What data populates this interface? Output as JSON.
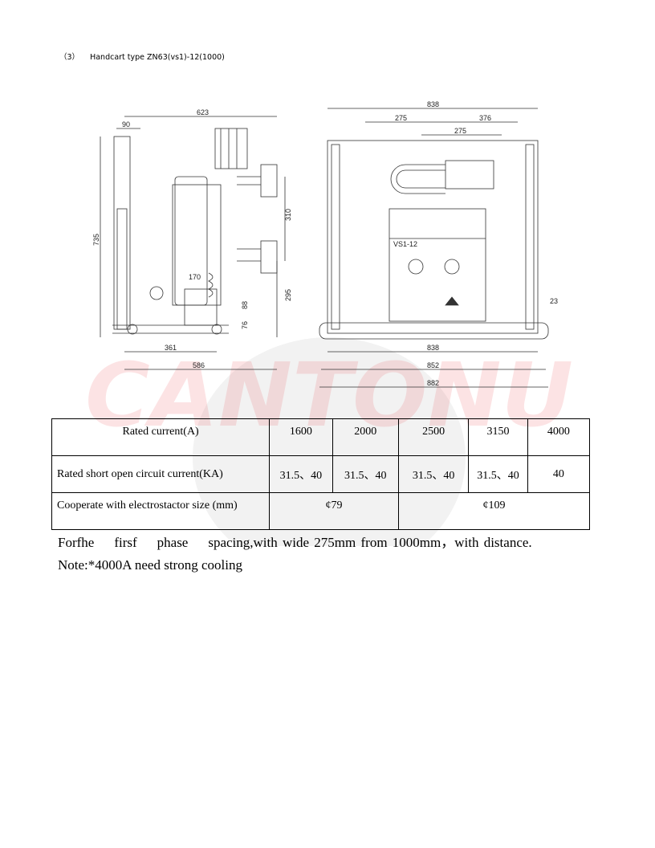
{
  "heading": {
    "number": "（3）",
    "title": "Handcart type ZN63(vs1)-12(1000)"
  },
  "drawing": {
    "side_view_dims": [
      "623",
      "90",
      "735",
      "310",
      "295",
      "170",
      "88",
      "76",
      "361",
      "586"
    ],
    "front_view_dims": [
      "838",
      "275",
      "376",
      "275",
      "23",
      "838",
      "852",
      "882"
    ],
    "panel_label": "VS1-12"
  },
  "watermark": {
    "text": "CANTONU",
    "color": "#e8262c"
  },
  "table": {
    "rows": [
      {
        "label": "Rated current(A)",
        "cells": [
          "1600",
          "2000",
          "2500",
          "3150",
          "4000"
        ]
      },
      {
        "label": "Rated short open circuit current(KA)",
        "cells": [
          "31.5、40",
          "31.5、40",
          "31.5、40",
          "31.5、40",
          "40"
        ]
      },
      {
        "label": "Cooperate with electrostactor size (mm)",
        "cells": [
          "¢79",
          "¢109"
        ]
      }
    ]
  },
  "notes": [
    "Forfhe    firsf    phase    spacing,with wide 275mm from 1000mm，with distance.",
    "Note:*4000A need strong cooling"
  ]
}
